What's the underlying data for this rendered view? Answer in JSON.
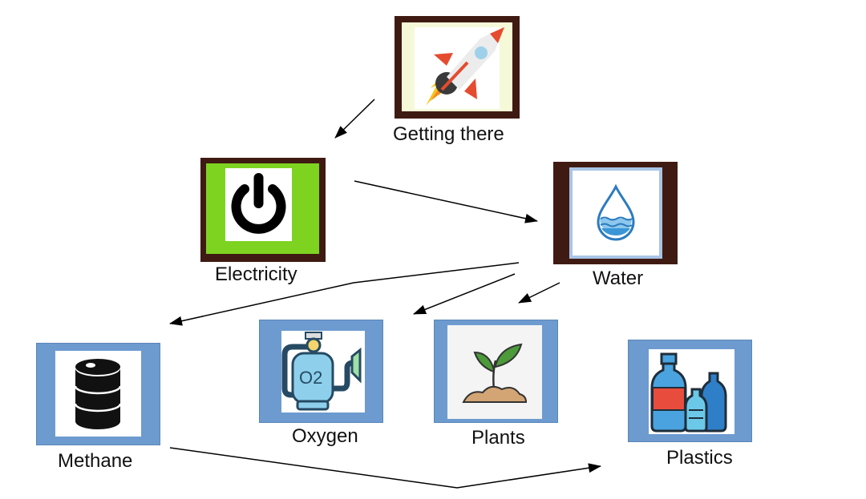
{
  "diagram": {
    "nodes": [
      {
        "id": "getting-there",
        "label": "Getting there",
        "icon": "rocket-icon"
      },
      {
        "id": "electricity",
        "label": "Electricity",
        "icon": "power-icon"
      },
      {
        "id": "water",
        "label": "Water",
        "icon": "water-drop-icon"
      },
      {
        "id": "methane",
        "label": "Methane",
        "icon": "oil-barrel-icon"
      },
      {
        "id": "oxygen",
        "label": "Oxygen",
        "icon": "oxygen-tank-icon"
      },
      {
        "id": "plants",
        "label": "Plants",
        "icon": "sprout-icon"
      },
      {
        "id": "plastics",
        "label": "Plastics",
        "icon": "plastic-bottles-icon"
      }
    ],
    "edges": [
      {
        "from": "getting-there",
        "to": "electricity"
      },
      {
        "from": "electricity",
        "to": "water"
      },
      {
        "from": "water",
        "to": "methane"
      },
      {
        "from": "water",
        "to": "oxygen"
      },
      {
        "from": "water",
        "to": "plants"
      },
      {
        "from": "methane",
        "to": "plastics"
      }
    ],
    "colors": {
      "dark_frame": "#3f1a12",
      "green_frame": "#7ed321",
      "blue_frame": "#6d9bd0",
      "cream": "#f6f9d8",
      "arrow": "#000000"
    },
    "oxygen_icon_text": "O2"
  }
}
